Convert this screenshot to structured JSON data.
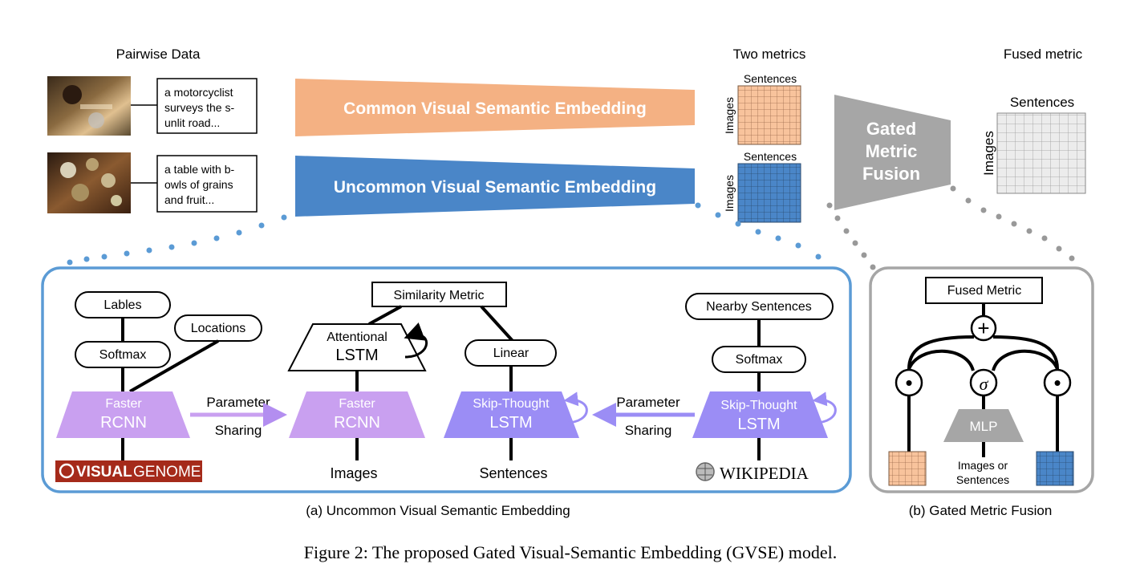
{
  "top": {
    "pairwise_title": "Pairwise Data",
    "caption1": [
      "a motorcyclist",
      "surveys the s-",
      "unlit road..."
    ],
    "caption2": [
      "a table with b-",
      "owls of grains",
      "and fruit..."
    ],
    "common_label": "Common Visual Semantic Embedding",
    "uncommon_label": "Uncommon Visual Semantic Embedding",
    "two_metrics_title": "Two metrics",
    "fused_metric_title": "Fused metric",
    "sentences": "Sentences",
    "images": "Images",
    "gated_fusion": [
      "Gated",
      "Metric",
      "Fusion"
    ]
  },
  "panel_a": {
    "lables": "Lables",
    "locations": "Locations",
    "softmax": "Softmax",
    "faster": "Faster",
    "rcnn": "RCNN",
    "param_sharing": [
      "Parameter",
      "Sharing"
    ],
    "visual_genome": [
      "VISUAL",
      "GENOME"
    ],
    "similarity_metric": "Similarity Metric",
    "attentional": "Attentional",
    "lstm": "LSTM",
    "images_label": "Images",
    "linear": "Linear",
    "skip_thought": "Skip-Thought",
    "sentences_label": "Sentences",
    "nearby_sentences": "Nearby Sentences",
    "wikipedia": "WIKIPEDIA",
    "caption": "(a) Uncommon Visual Semantic Embedding"
  },
  "panel_b": {
    "fused_metric": "Fused Metric",
    "plus": "+",
    "dot": "•",
    "sigma": "σ",
    "mlp": "MLP",
    "inputs": [
      "Images or",
      "Sentences"
    ],
    "caption": "(b) Gated Metric Fusion"
  },
  "figure_caption": "Figure 2: The proposed Gated Visual-Semantic Embedding (GVSE) model.",
  "colors": {
    "orange": "#f4b183",
    "blue": "#4a86c8",
    "purple": "#c9a0f0",
    "violet": "#9b8df5",
    "gray": "#a6a6a6",
    "panel_blue": "#5b9bd5",
    "genome_red": "#a52a1a"
  }
}
